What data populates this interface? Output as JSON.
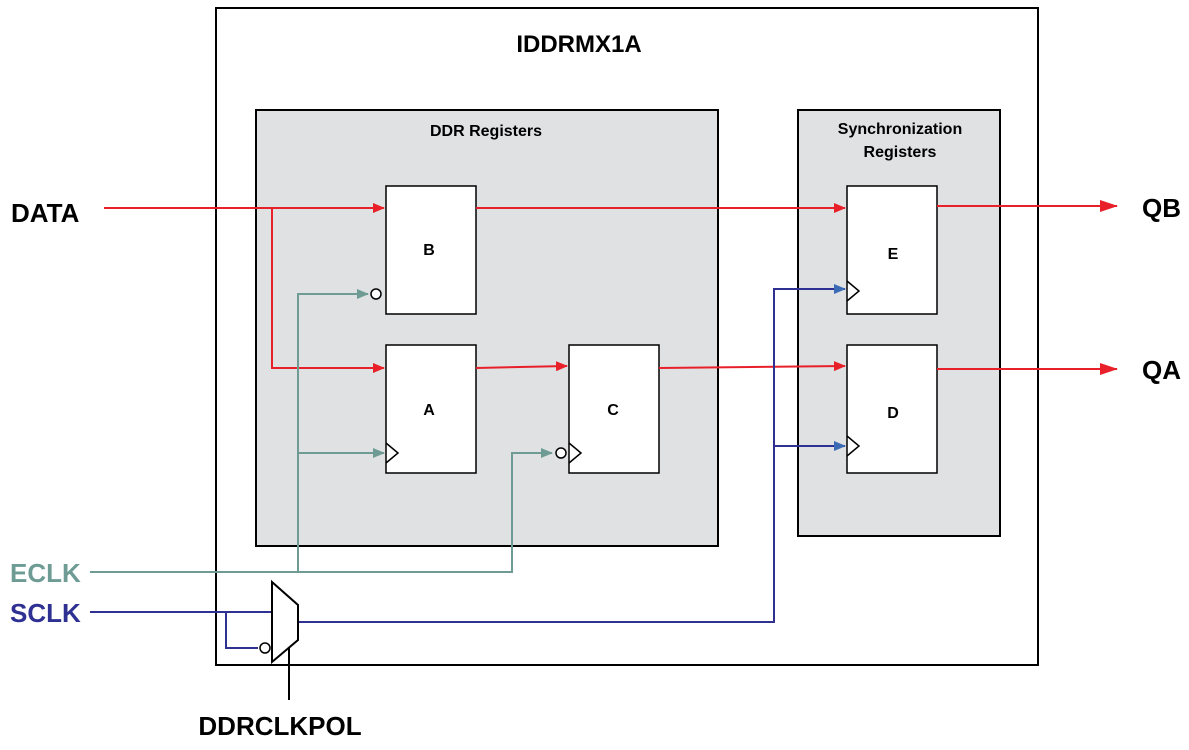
{
  "title": "IDDRMX1A",
  "groups": {
    "ddr": "DDR Registers",
    "sync_line1": "Synchronization",
    "sync_line2": "Registers"
  },
  "registers": {
    "a": "A",
    "b": "B",
    "c": "C",
    "d": "D",
    "e": "E"
  },
  "signals": {
    "data": "DATA",
    "eclk": "ECLK",
    "sclk": "SCLK",
    "ddrclkpol": "DDRCLKPOL",
    "qa": "QA",
    "qb": "QB"
  },
  "colors": {
    "data_path": "#e8202a",
    "eclk_path": "#6e9c95",
    "sclk_path": "#2e3192",
    "sclk_arrow": "#3b6bb5",
    "group_fill": "#e0e1e3"
  }
}
